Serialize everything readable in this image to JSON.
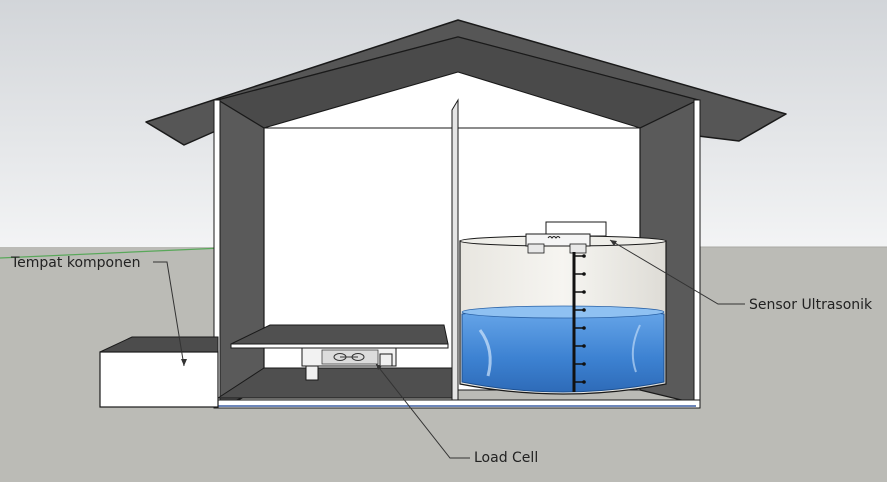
{
  "labels": {
    "components": "Tempat komponen",
    "sensor": "Sensor Ultrasonik",
    "load_cell": "Load Cell"
  },
  "colors": {
    "sky": "#e7e9ec",
    "ground": "#bbbbb6",
    "roof_dark": "#575757",
    "wall_inner": "#ffffff",
    "water": "#3e86d6",
    "horizon": "#59a85a"
  }
}
